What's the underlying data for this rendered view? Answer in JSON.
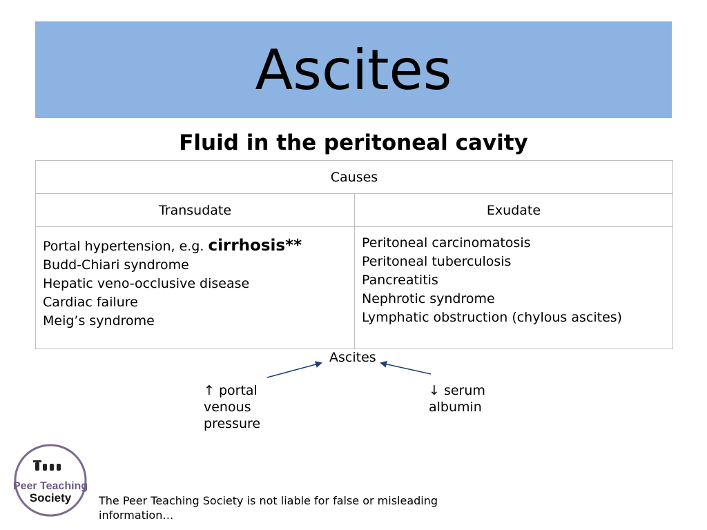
{
  "slide": {
    "title": "Ascites",
    "subtitle": "Fluid in the peritoneal cavity"
  },
  "table": {
    "header": "Causes",
    "columns": [
      "Transudate",
      "Exudate"
    ],
    "transudate": {
      "first_prefix": "Portal hypertension, e.g. ",
      "first_emphasis": "cirrhosis**",
      "items": [
        "Budd-Chiari syndrome",
        "Hepatic veno-occlusive disease",
        "Cardiac failure",
        "Meig’s syndrome"
      ]
    },
    "exudate": {
      "items": [
        "Peritoneal carcinomatosis",
        "Peritoneal tuberculosis",
        "Pancreatitis",
        "Nephrotic syndrome",
        "Lymphatic obstruction (chylous ascites)"
      ]
    }
  },
  "diagram": {
    "center": "Ascites",
    "left": [
      "↑ portal",
      "venous",
      "pressure"
    ],
    "right": [
      "↓ serum",
      "albumin"
    ],
    "arrow_color": "#1f3f6e"
  },
  "logo": {
    "text_line1": "Peer Teaching",
    "text_line2": "Society",
    "ring_color": "#7a6a8c"
  },
  "footer": {
    "disclaimer": "The Peer Teaching Society is not liable for false or misleading information…"
  }
}
